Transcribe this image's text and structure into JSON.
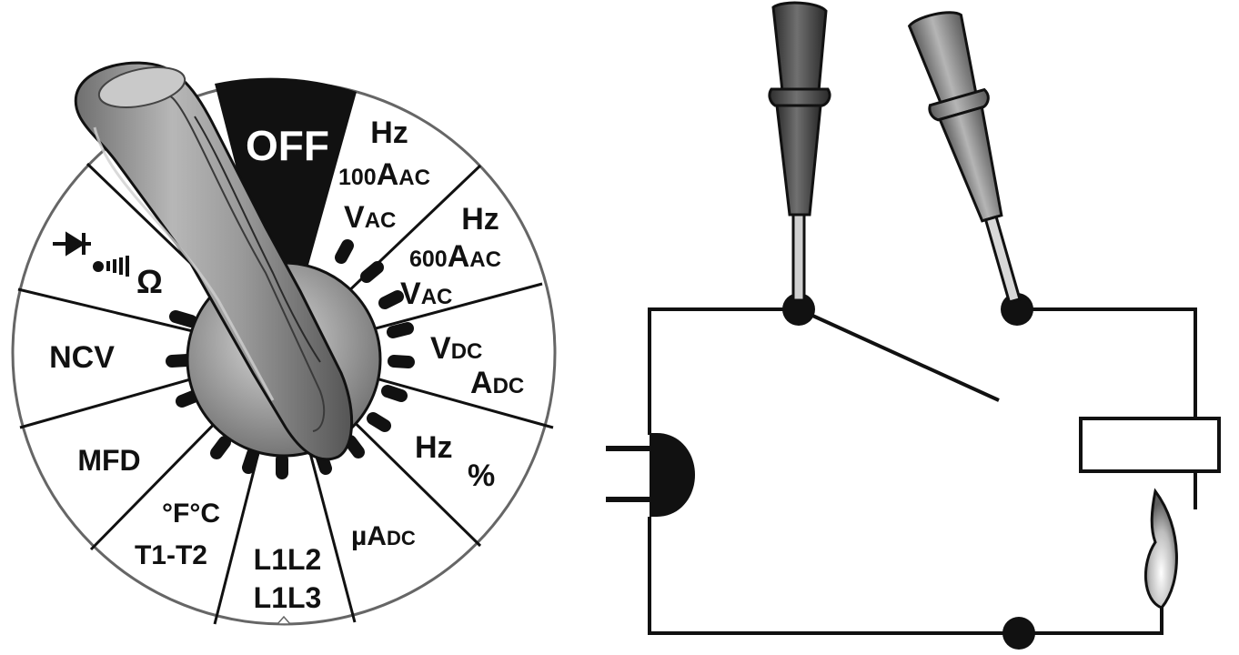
{
  "dial": {
    "labels": {
      "off": "OFF",
      "hz_100aac_vac": {
        "line1": "Hz",
        "line2_prefix": "100",
        "line2_main": "A",
        "line2_sub": "AC",
        "line3_main": "V",
        "line3_sub": "AC"
      },
      "hz_600aac_vac": {
        "line1": "Hz",
        "line2_prefix": "600",
        "line2_main": "A",
        "line2_sub": "AC",
        "line3_main": "V",
        "line3_sub": "AC"
      },
      "vdc_adc": {
        "line1_main": "V",
        "line1_sub": "DC",
        "line2_main": "A",
        "line2_sub": "DC"
      },
      "hz_percent": {
        "line1": "Hz",
        "line2": "%"
      },
      "uadc": {
        "main": "µA",
        "sub": "DC"
      },
      "l1l2_l1l3": {
        "line1": "L1L2",
        "line2": "L1L3"
      },
      "temp": {
        "line1": "°F°C",
        "line2": "T1-T2"
      },
      "mfd": "MFD",
      "ncv": "NCV",
      "ohm": "Ω"
    },
    "selected_position": "OFF",
    "icons": [
      "diode-icon",
      "continuity-beeper-icon",
      "ohm-symbol"
    ]
  },
  "circuit": {
    "components": [
      "switch-open",
      "plug",
      "resistive-load",
      "flame-element",
      "test-leads"
    ],
    "probe_count": 2
  },
  "colors": {
    "ink": "#111111",
    "off_segment": "#111111",
    "knob_gray": "#8a8a8a",
    "probe_dark": "#4a4a4a",
    "probe_light": "#8c8c8c"
  }
}
